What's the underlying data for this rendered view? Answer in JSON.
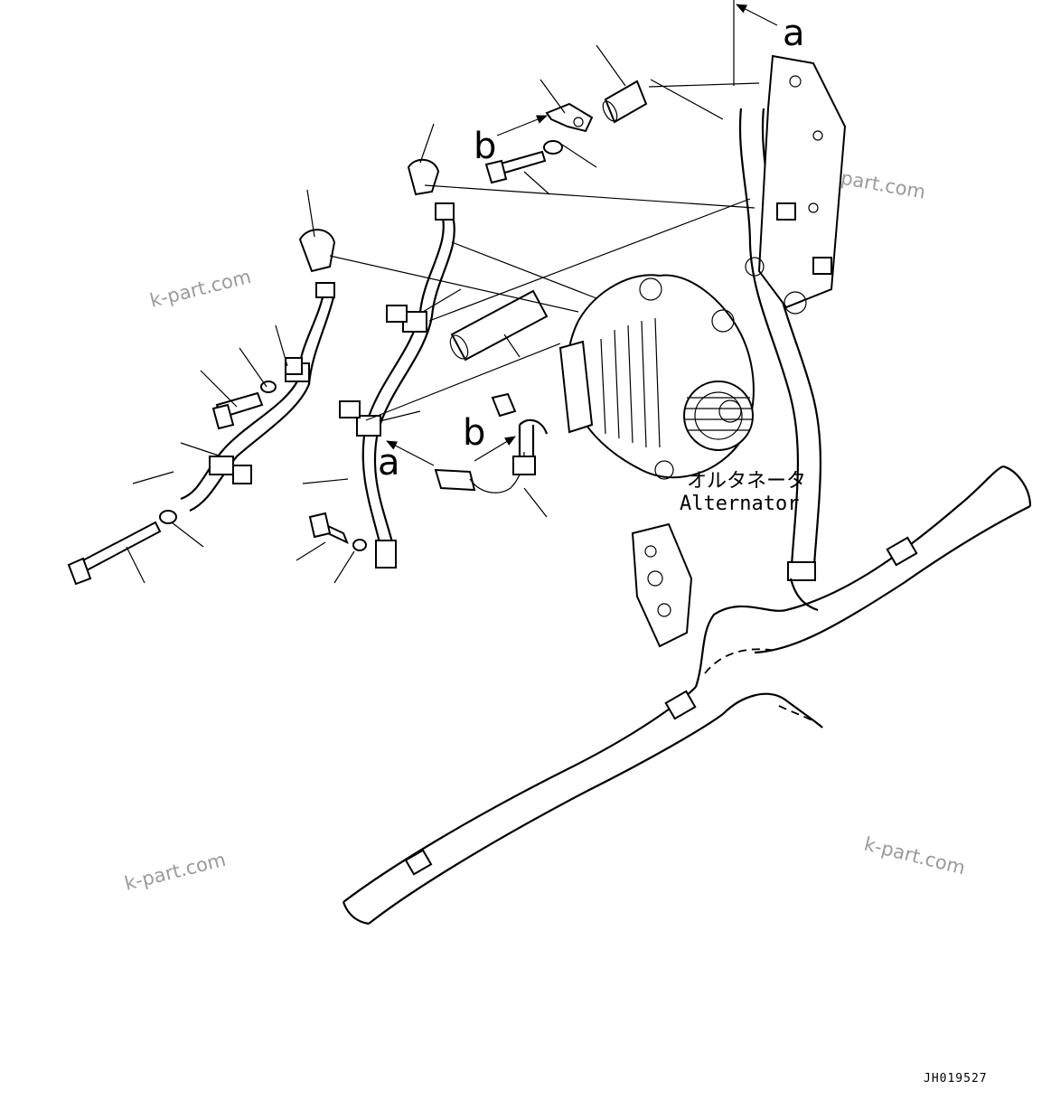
{
  "labels": {
    "alternator_jp": "オルタネータ",
    "alternator_en": "Alternator"
  },
  "markers": {
    "a": "a",
    "b": "b"
  },
  "watermark": "k-part.com",
  "drawing_code": "JH019527"
}
